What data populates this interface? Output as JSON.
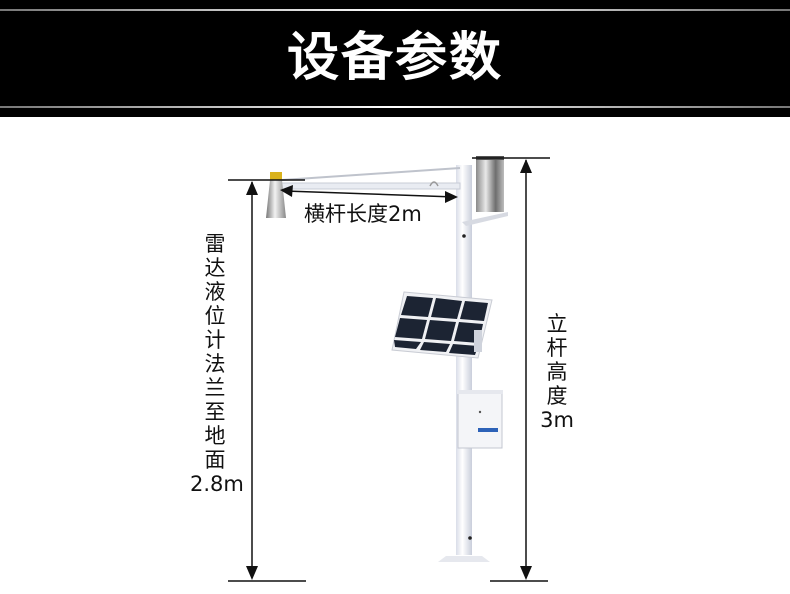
{
  "header": {
    "title": "设备参数"
  },
  "diagram": {
    "crossbar_label": "横杆长度2m",
    "radar_height_label": {
      "chars": [
        "雷",
        "达",
        "液",
        "位",
        "计",
        "法",
        "兰",
        "至",
        "地",
        "面"
      ],
      "value": "2.8m"
    },
    "pole_height_label": {
      "chars": [
        "立",
        "杆",
        "高",
        "度"
      ],
      "value": "3m"
    },
    "components": [
      "radar-level-gauge",
      "crossbar",
      "rain-gauge",
      "solar-panel",
      "control-box",
      "pole"
    ],
    "colors": {
      "banner_bg": "#000000",
      "title_text": "#ffffff",
      "dimension_line": "#111111",
      "pole": "#eef0f5",
      "solar_cell": "#1c2433"
    }
  }
}
